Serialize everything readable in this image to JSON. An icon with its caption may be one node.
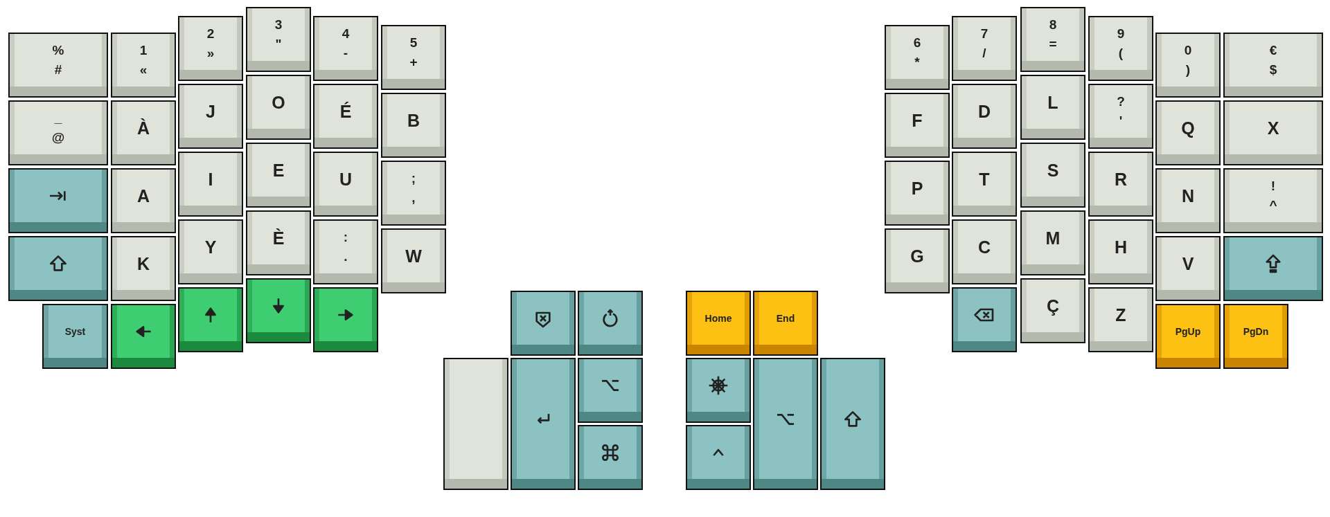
{
  "diagram": {
    "nodes": [
      {
        "text": [
          "%",
          "#"
        ]
      },
      {
        "text": [
          "1",
          "«"
        ]
      },
      {
        "text": [
          "2",
          "»"
        ]
      },
      {
        "text": [
          "3",
          "\""
        ]
      },
      {
        "text": [
          "4",
          "-"
        ]
      },
      {
        "text": [
          "5",
          "+"
        ]
      },
      {
        "text": [
          "_",
          "@"
        ]
      },
      {
        "text": [
          "À"
        ]
      },
      {
        "text": [
          "J"
        ]
      },
      {
        "text": [
          "O"
        ]
      },
      {
        "text": [
          "É"
        ]
      },
      {
        "text": [
          "B"
        ]
      },
      {
        "text": [],
        "shape": "box"
      },
      {
        "text": [
          "A"
        ]
      },
      {
        "text": [
          "I"
        ]
      },
      {
        "text": [
          "E"
        ]
      },
      {
        "text": [
          "U"
        ]
      },
      {
        "text": [
          ";",
          ","
        ]
      },
      {
        "text": [],
        "shape": "box"
      },
      {
        "text": [
          "K"
        ]
      },
      {
        "text": [
          "Y"
        ]
      },
      {
        "text": [
          "È"
        ]
      },
      {
        "text": [
          ":",
          "."
        ]
      },
      {
        "text": [
          "W"
        ]
      },
      {
        "text": [
          "Syst"
        ]
      },
      {
        "text": [],
        "shape": "box"
      },
      {
        "text": [],
        "shape": "box"
      },
      {
        "text": [],
        "shape": "box"
      },
      {
        "text": [],
        "shape": "box"
      },
      {
        "text": [],
        "shape": "box"
      },
      {
        "text": [],
        "shape": "box"
      },
      {
        "text": [],
        "shape": "box"
      },
      {
        "text": [],
        "shape": "box"
      },
      {
        "text": [],
        "shape": "box"
      },
      {
        "text": [],
        "shape": "box"
      },
      {
        "text": [
          "Home"
        ]
      },
      {
        "text": [
          "End"
        ]
      },
      {
        "text": [],
        "shape": "box"
      },
      {
        "text": [],
        "shape": "box"
      },
      {
        "text": [],
        "shape": "box"
      },
      {
        "text": [],
        "shape": "box"
      },
      {
        "text": [
          "6",
          "*"
        ]
      },
      {
        "text": [
          "7",
          "/"
        ]
      },
      {
        "text": [
          "8",
          "="
        ]
      },
      {
        "text": [
          "9",
          "("
        ]
      },
      {
        "text": [
          "0",
          ")"
        ]
      },
      {
        "text": [
          "€",
          "$"
        ]
      },
      {
        "text": [
          "F"
        ]
      },
      {
        "text": [
          "D"
        ]
      },
      {
        "text": [
          "L"
        ]
      },
      {
        "text": [
          "?",
          "'"
        ]
      },
      {
        "text": [
          "Q"
        ]
      },
      {
        "text": [
          "X"
        ]
      },
      {
        "text": [
          "P"
        ]
      },
      {
        "text": [
          "T"
        ]
      },
      {
        "text": [
          "S"
        ]
      },
      {
        "text": [
          "R"
        ]
      },
      {
        "text": [
          "N"
        ]
      },
      {
        "text": [
          "!",
          "^"
        ]
      },
      {
        "text": [
          "G"
        ]
      },
      {
        "text": [
          "C"
        ]
      },
      {
        "text": [
          "M"
        ]
      },
      {
        "text": [
          "H"
        ]
      },
      {
        "text": [
          "V"
        ]
      },
      {
        "text": [],
        "shape": "box"
      },
      {
        "text": [],
        "shape": "box"
      },
      {
        "text": [
          "Ç"
        ]
      },
      {
        "text": [
          "Z"
        ]
      },
      {
        "text": [
          "PgUp"
        ]
      },
      {
        "text": [
          "PgDn"
        ]
      }
    ]
  }
}
